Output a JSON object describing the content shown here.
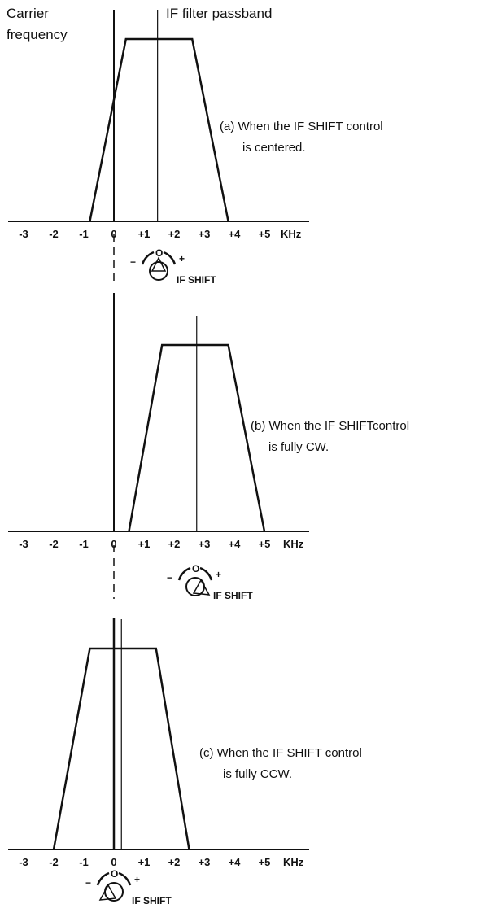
{
  "top_labels": {
    "carrier_line1": "Carrier",
    "carrier_line2": "frequency",
    "passband": "IF filter passband"
  },
  "axis": {
    "ticks": [
      "-3",
      "-2",
      "-1",
      "0",
      "+1",
      "+2",
      "+3",
      "+4",
      "+5"
    ],
    "unit": "KHz"
  },
  "knob": {
    "label": "IF SHIFT",
    "minus": "−",
    "plus": "+",
    "zero": "O"
  },
  "panels": [
    {
      "caption_line1": "(a) When the IF SHIFT control",
      "caption_line2": "is centered.",
      "knob_position": "center",
      "passband_khz": {
        "bottom_left": -0.8,
        "top_left": 0.4,
        "top_right": 2.6,
        "bottom_right": 3.8,
        "center": 1.45
      }
    },
    {
      "caption_line1": "(b) When the IF SHIFTcontrol",
      "caption_line2": "is fully CW.",
      "knob_position": "cw",
      "passband_khz": {
        "bottom_left": 0.5,
        "top_left": 1.6,
        "top_right": 3.8,
        "bottom_right": 5.0,
        "center": 2.75
      }
    },
    {
      "caption_line1": "(c) When the IF SHIFT control",
      "caption_line2": "is fully CCW.",
      "knob_position": "ccw",
      "passband_khz": {
        "bottom_left": -2.0,
        "top_left": -0.8,
        "top_right": 1.4,
        "bottom_right": 2.5,
        "center": 0.25
      }
    }
  ]
}
